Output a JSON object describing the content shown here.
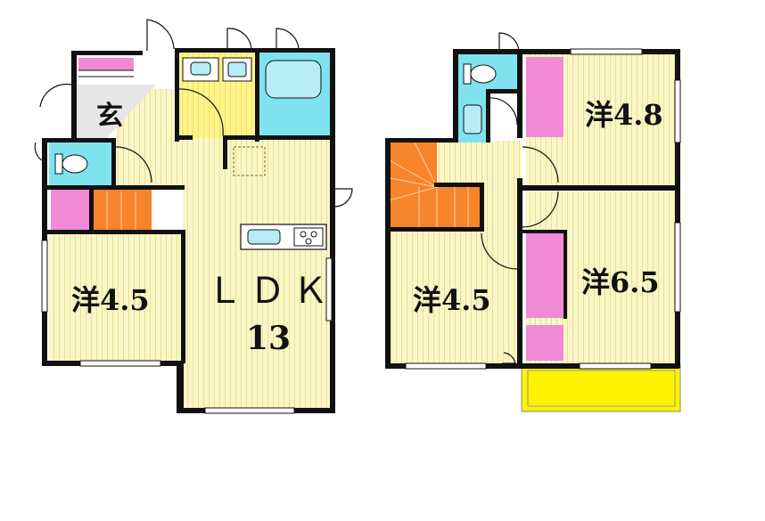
{
  "floor1": {
    "entrance_label": "玄",
    "western_room_label": "洋4.5",
    "ldk_label": "ＬＤＫ",
    "ldk_size": "13"
  },
  "floor2": {
    "room_a_label": "洋4.5",
    "room_b_label": "洋4.8",
    "room_c_label": "洋6.5"
  },
  "colors": {
    "floor_wood": "#fbf6c6",
    "floor_stripe": "#e7df9a",
    "wet_area_yellow": "#fff48a",
    "bath_cyan": "#7fe3ef",
    "closet_pink": "#f08ad6",
    "stairs_orange": "#f5842a",
    "entrance_gray": "#e6e6e6",
    "wall": "#111111",
    "balcony_yellow": "#fff200"
  }
}
